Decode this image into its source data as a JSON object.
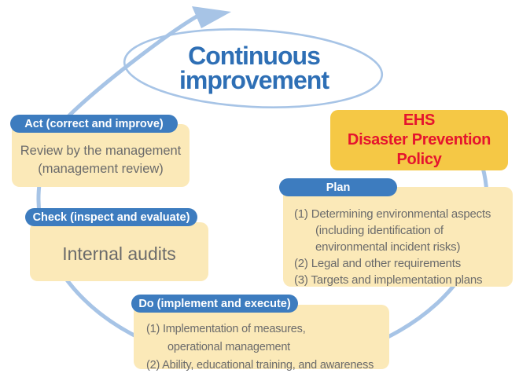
{
  "diagram_title": {
    "line1": "Continuous",
    "line2": "improvement"
  },
  "policy_box": {
    "lines": [
      "EHS",
      "Disaster Prevention",
      "Policy"
    ]
  },
  "sections": {
    "act": {
      "label": "Act (correct and improve)",
      "lines": [
        "Review by the management",
        "(management review)"
      ]
    },
    "check": {
      "label": "Check (inspect and evaluate)",
      "body": "Internal audits"
    },
    "plan": {
      "label": "Plan",
      "lines": [
        "(1) Determining environmental aspects",
        "(including identification of",
        "environmental incident risks)",
        "(2) Legal and other requirements",
        "(3) Targets and implementation plans"
      ]
    },
    "do": {
      "label": "Do (implement and execute)",
      "lines": [
        "(1) Implementation of measures,",
        "operational management",
        "(2) Ability, educational training, and awareness"
      ]
    }
  },
  "colors": {
    "pill_blue": "#3d7cbf",
    "panel_cream": "#fbe9b8",
    "policy_gold": "#f5c845",
    "policy_text_red": "#e5142e",
    "title_blue": "#2e6fb5",
    "arc_light_blue": "#a7c4e6",
    "body_text_gray": "#6b6b6b"
  }
}
